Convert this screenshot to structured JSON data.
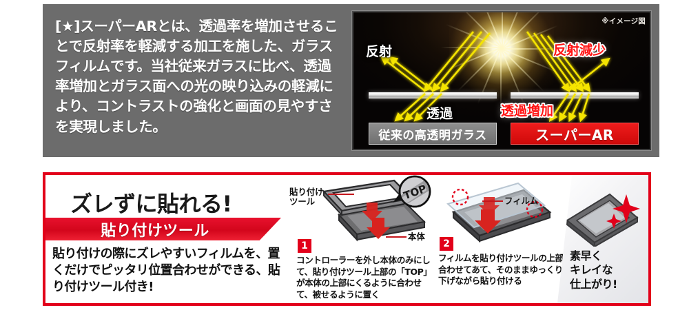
{
  "top": {
    "description": "[★]スーパーARとは、透過率を増加させることで反射率を軽減する加工を施した、ガラスフィルムです。当社従来ガラスに比べ、透過率増加とガラス面への光の映り込みの軽減により、コントラストの強化と画面の見やすさを実現しました。",
    "diagram": {
      "image_note": "※イメージ図",
      "label_reflection": "反射",
      "label_transmission": "透過",
      "label_reflection_reduced": "反射減少",
      "label_transmission_increased": "透過増加",
      "plate_conventional": "従来の高透明ガラス",
      "plate_superar": "スーパーAR",
      "icons": {
        "sun": "sun-glow-icon",
        "ray": "light-ray-arrow-icon",
        "glass": "glass-bar-icon"
      }
    }
  },
  "bottom": {
    "headline": "ズレずに貼れる!",
    "band_label": "貼り付けツール",
    "description": "貼り付けの際にズレやすいフィルムを、置くだけでピッタリ位置合わせができる、貼り付けツール付き!",
    "steps": [
      {
        "number": "1",
        "text": "コントローラーを外し本体のみにして、貼り付けツール上部の「TOP」が本体の上部にくるように合わせて、被せるように置く",
        "callouts": [
          {
            "label": "貼り付け\nツール"
          },
          {
            "label": "本体"
          }
        ],
        "magnifier_label": "TOP"
      },
      {
        "number": "2",
        "text": "フィルムを貼り付けツールの上部に合わせてあて、そのままゆっくりと下げながら貼り付ける",
        "callouts": [
          {
            "label": "フィルム"
          }
        ]
      }
    ],
    "result_text": "素早く\nキレイな\n仕上がり!"
  },
  "colors": {
    "panel_gray": "#6c6c6c",
    "brand_red": "#e2001a",
    "accent_red": "#ff1414",
    "ray_yellow": "#f5e400",
    "white": "#ffffff",
    "text_dark": "#111111"
  }
}
